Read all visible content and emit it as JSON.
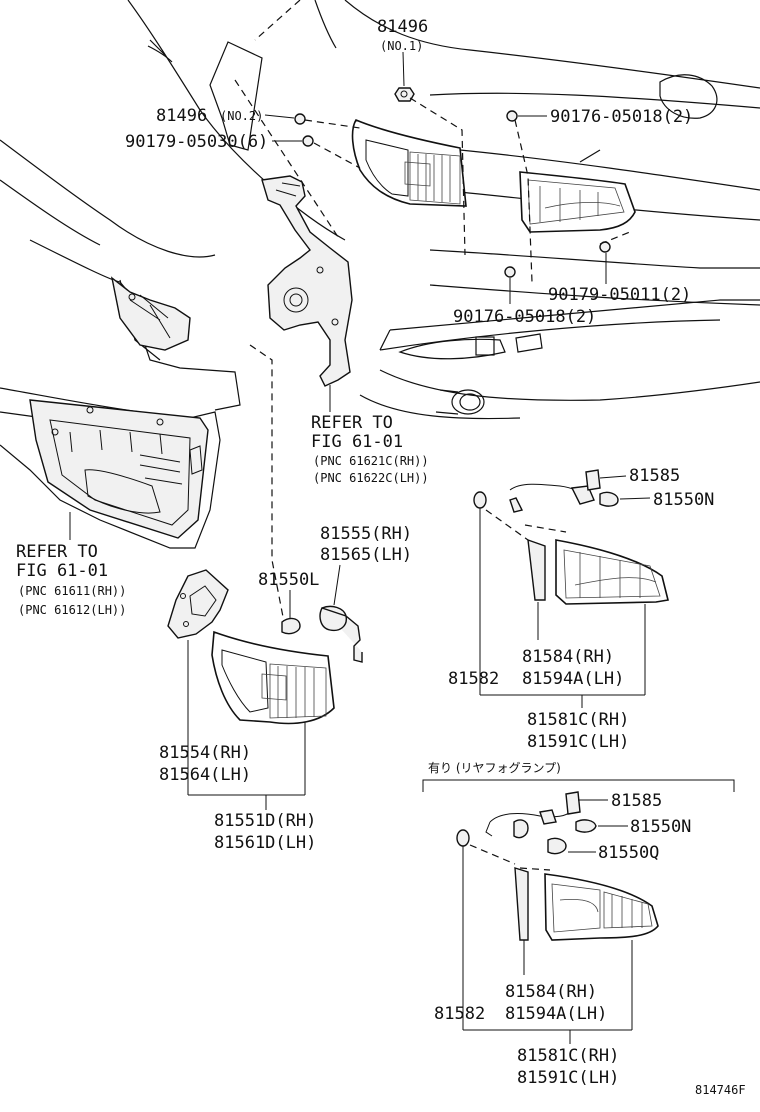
{
  "diagram": {
    "drawing_number": "814746F",
    "optional_section_title": "有り (リヤフォグランプ)",
    "callouts": {
      "p81496_no1_num": "81496",
      "p81496_no1_note": "(NO.1)",
      "p81496_no2_num": "81496",
      "p81496_no2_note": "(NO.2)",
      "p90179_05030": "90179-05030(6)",
      "p90176_05018_top": "90176-05018(2)",
      "p90179_05011": "90179-05011(2)",
      "p90176_05018_mid": "90176-05018(2)",
      "refer_center": {
        "line1": "REFER TO",
        "line2": "FIG 61-01",
        "line3": "(PNC 61621C(RH))",
        "line4": "(PNC 61622C(LH))"
      },
      "refer_left": {
        "line1": "REFER TO",
        "line2": "FIG 61-01",
        "line3": "(PNC 61611(RH))",
        "line4": "(PNC 61612(LH))"
      },
      "p81555_81565": {
        "rh": "81555(RH)",
        "lh": "81565(LH)"
      },
      "p81550L": "81550L",
      "p81554_81564": {
        "rh": "81554(RH)",
        "lh": "81564(LH)"
      },
      "p81551D_81561D": {
        "rh": "81551D(RH)",
        "lh": "81561D(LH)"
      },
      "upper_inner": {
        "p81585": "81585",
        "p81550N": "81550N",
        "p81582": "81582",
        "p81584_rh": "81584(RH)",
        "p81594A_lh": "81594A(LH)",
        "p81581C_rh": "81581C(RH)",
        "p81591C_lh": "81591C(LH)"
      },
      "lower_inner": {
        "p81585": "81585",
        "p81550N": "81550N",
        "p81550Q": "81550Q",
        "p81582": "81582",
        "p81584_rh": "81584(RH)",
        "p81594A_lh": "81594A(LH)",
        "p81581C_rh": "81581C(RH)",
        "p81591C_lh": "81591C(LH)"
      }
    }
  }
}
